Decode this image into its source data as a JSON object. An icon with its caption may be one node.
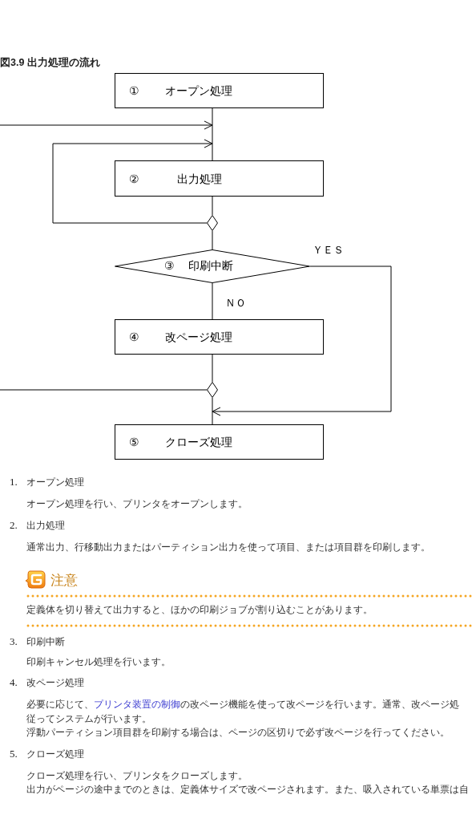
{
  "diagram": {
    "title": "図3.9 出力処理の流れ",
    "nodes": [
      {
        "text": [
          "①",
          "オープン処理"
        ]
      },
      {
        "text": [
          "②",
          "出力処理"
        ]
      },
      {
        "text": [],
        "shape": "diamond"
      },
      {
        "text": [
          "③",
          "印刷中断"
        ]
      },
      {
        "text": [
          "④",
          "改ページ処理"
        ]
      },
      {
        "text": [],
        "shape": "diamond"
      },
      {
        "text": [
          "⑤",
          "クローズ処理"
        ]
      }
    ],
    "edges": [
      {
        "from": 0,
        "to": 1,
        "arrow": "none"
      },
      {
        "from": null,
        "to": 1,
        "arrow": "to"
      },
      {
        "from": 2,
        "to": 1,
        "arrow": "to"
      },
      {
        "from": 1,
        "to": 2,
        "arrow": "none"
      },
      {
        "from": 2,
        "to": 3,
        "arrow": "none"
      },
      {
        "from": 3,
        "to": 4,
        "arrow": "none",
        "label": "ＮＯ"
      },
      {
        "from": 3,
        "to": 6,
        "arrow": "to",
        "label": "ＹＥＳ"
      },
      {
        "from": 4,
        "to": 5,
        "arrow": "none"
      },
      {
        "from": 5,
        "to": null,
        "arrow": "none"
      },
      {
        "from": 5,
        "to": 6,
        "arrow": "none"
      }
    ],
    "labels": [
      "1.",
      "オープン処理",
      "オープン処理を行い、プリンタをオープンします。",
      "2.",
      "出力処理",
      "通常出力、行移動出力またはパーティション出力を使って項目、または項目群を印刷します。",
      "注意",
      "定義体を切り替えて出力すると、ほかの印刷ジョブが割り込むことがあります。",
      "3.",
      "印刷中断",
      "印刷キャンセル処理を行います。",
      "4.",
      "改ページ処理",
      "必要に応じて、",
      "プリンタ装置の制御",
      "の改ページ機能を使って改ページを行います。通常、改ページ処",
      "従ってシステムが行います。",
      "浮動パーティション項目群を印刷する場合は、ページの区切りで必ず改ページを行ってください。",
      "5.",
      "クローズ処理",
      "クローズ処理を行い、プリンタをクローズします。",
      "出力がページの途中までのときは、定義体サイズで改ページされます。また、吸入されている単票は自"
    ]
  }
}
